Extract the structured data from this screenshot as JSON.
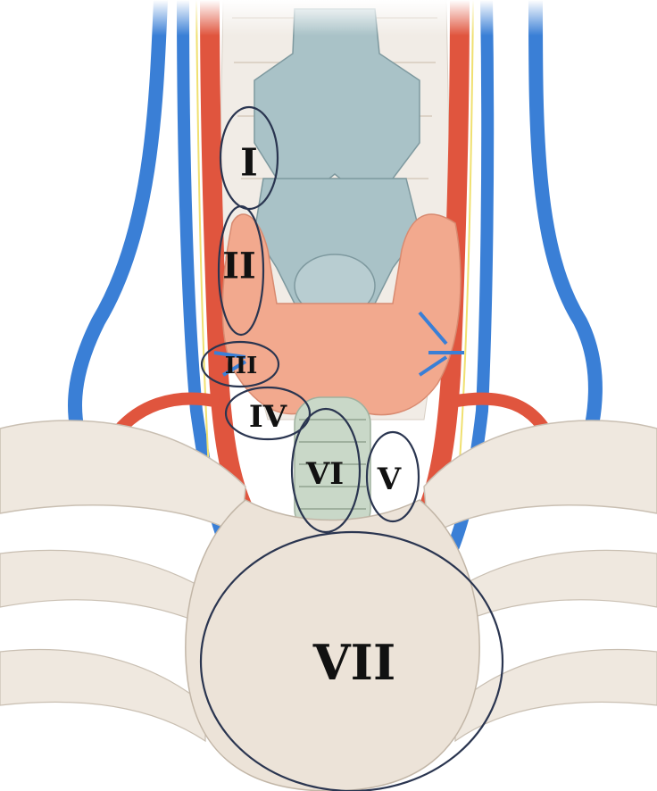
{
  "zones": [
    {
      "id": "I",
      "label": "I"
    },
    {
      "id": "II",
      "label": "II"
    },
    {
      "id": "III",
      "label": "III"
    },
    {
      "id": "IV",
      "label": "IV"
    },
    {
      "id": "VI",
      "label": "VI"
    },
    {
      "id": "V",
      "label": "V"
    },
    {
      "id": "VII",
      "label": "VII"
    }
  ],
  "colors": {
    "artery": "#e0553e",
    "vein": "#3a7fd6",
    "thyroid": "#f2a98e",
    "cartilage": "#a9c2c7",
    "bone": "#efe8df",
    "bone_stroke": "#c9bfb2",
    "trachea": "#c9d8c8",
    "nerve": "#f0e070",
    "ring": "#2a3550"
  }
}
